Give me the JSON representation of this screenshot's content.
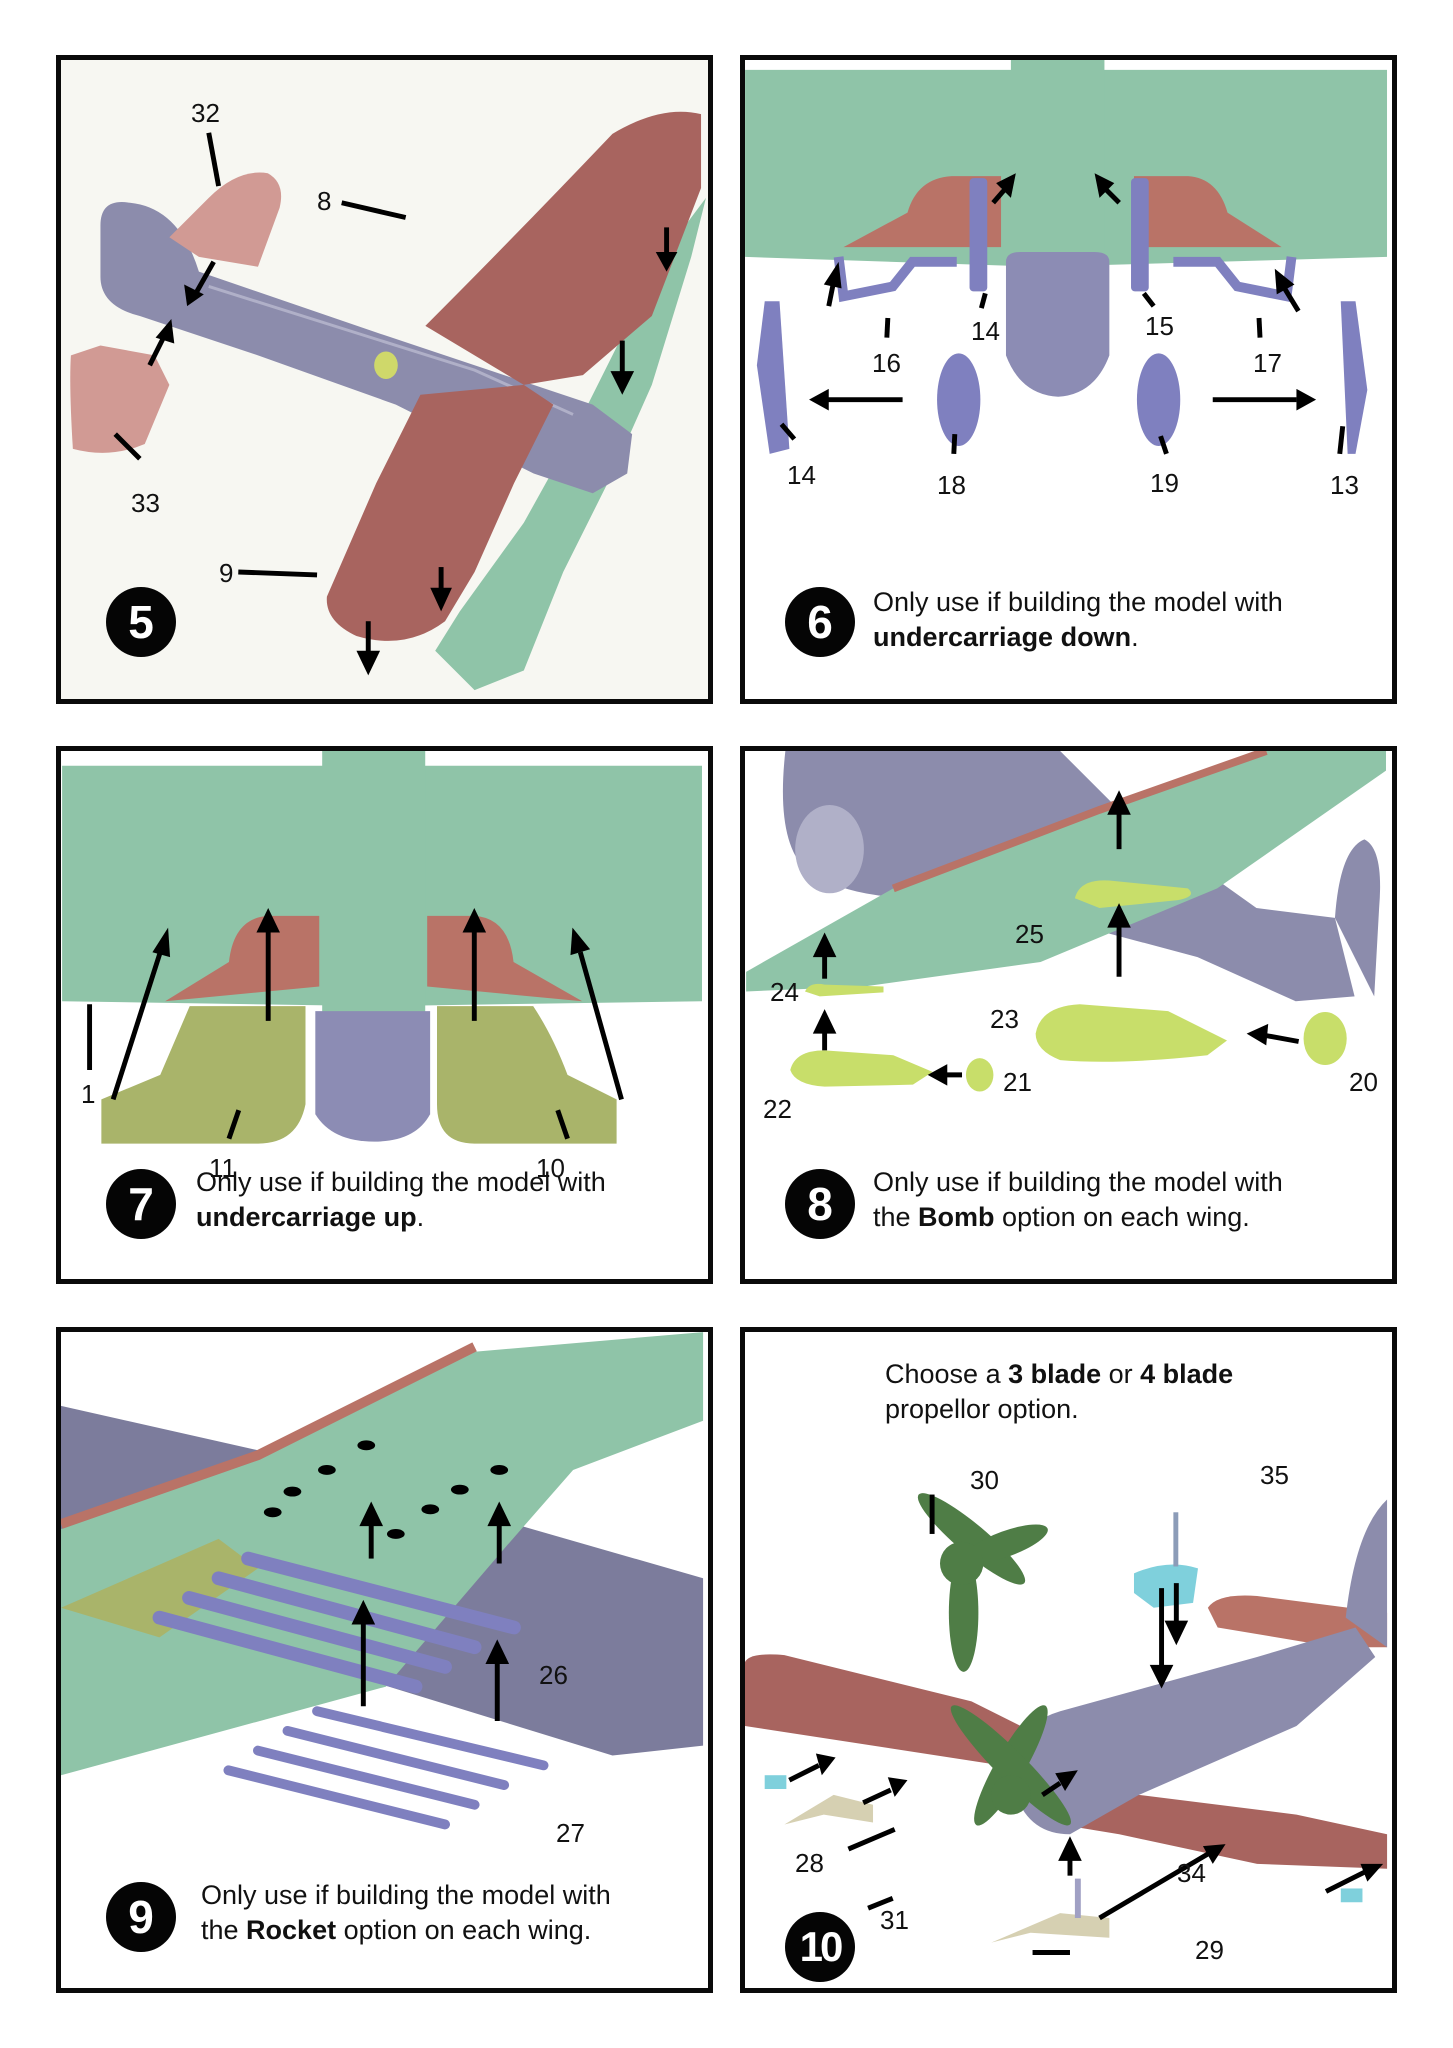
{
  "document": {
    "type": "model kit assembly instructions",
    "page_section": "steps 5-10"
  },
  "colors": {
    "wing_upper": "#a8645f",
    "wing_lower": "#8fc4a8",
    "fuselage": "#8c8cac",
    "undercarriage": "#7f80bf",
    "fairing": "#a9b46a",
    "bomb": "#c8de6a",
    "propeller": "#4f7d46",
    "clear_part": "#7fd0dc",
    "pylon": "#d6d0b2",
    "step_badge": "#050505"
  },
  "steps": [
    {
      "number": "5",
      "caption": null,
      "part_labels": [
        "32",
        "8",
        "33",
        "9"
      ]
    },
    {
      "number": "6",
      "caption": {
        "pre": "Only use if building the model with",
        "bold": "undercarriage down",
        "post": "."
      },
      "part_labels": [
        "14",
        "15",
        "16",
        "17",
        "14",
        "18",
        "19",
        "13"
      ]
    },
    {
      "number": "7",
      "caption": {
        "pre": "Only use if building the model with",
        "bold": "undercarriage up",
        "post": "."
      },
      "part_labels": [
        "1",
        "11",
        "10"
      ]
    },
    {
      "number": "8",
      "caption": {
        "pre": "Only use if building the model with",
        "pre2": "the ",
        "bold": "Bomb",
        "post": " option on each wing."
      },
      "part_labels": [
        "25",
        "24",
        "23",
        "22",
        "21",
        "20"
      ]
    },
    {
      "number": "9",
      "caption": {
        "pre": "Only use if building the model with",
        "pre2": "the ",
        "bold": "Rocket",
        "post": " option on each wing."
      },
      "part_labels": [
        "26",
        "27"
      ]
    },
    {
      "number": "10",
      "caption": {
        "pre": "Choose a ",
        "bold": "3 blade",
        "mid": " or ",
        "bold2": "4 blade",
        "line2": "propellor option."
      },
      "part_labels": [
        "30",
        "35",
        "28",
        "34",
        "31",
        "29"
      ]
    }
  ]
}
